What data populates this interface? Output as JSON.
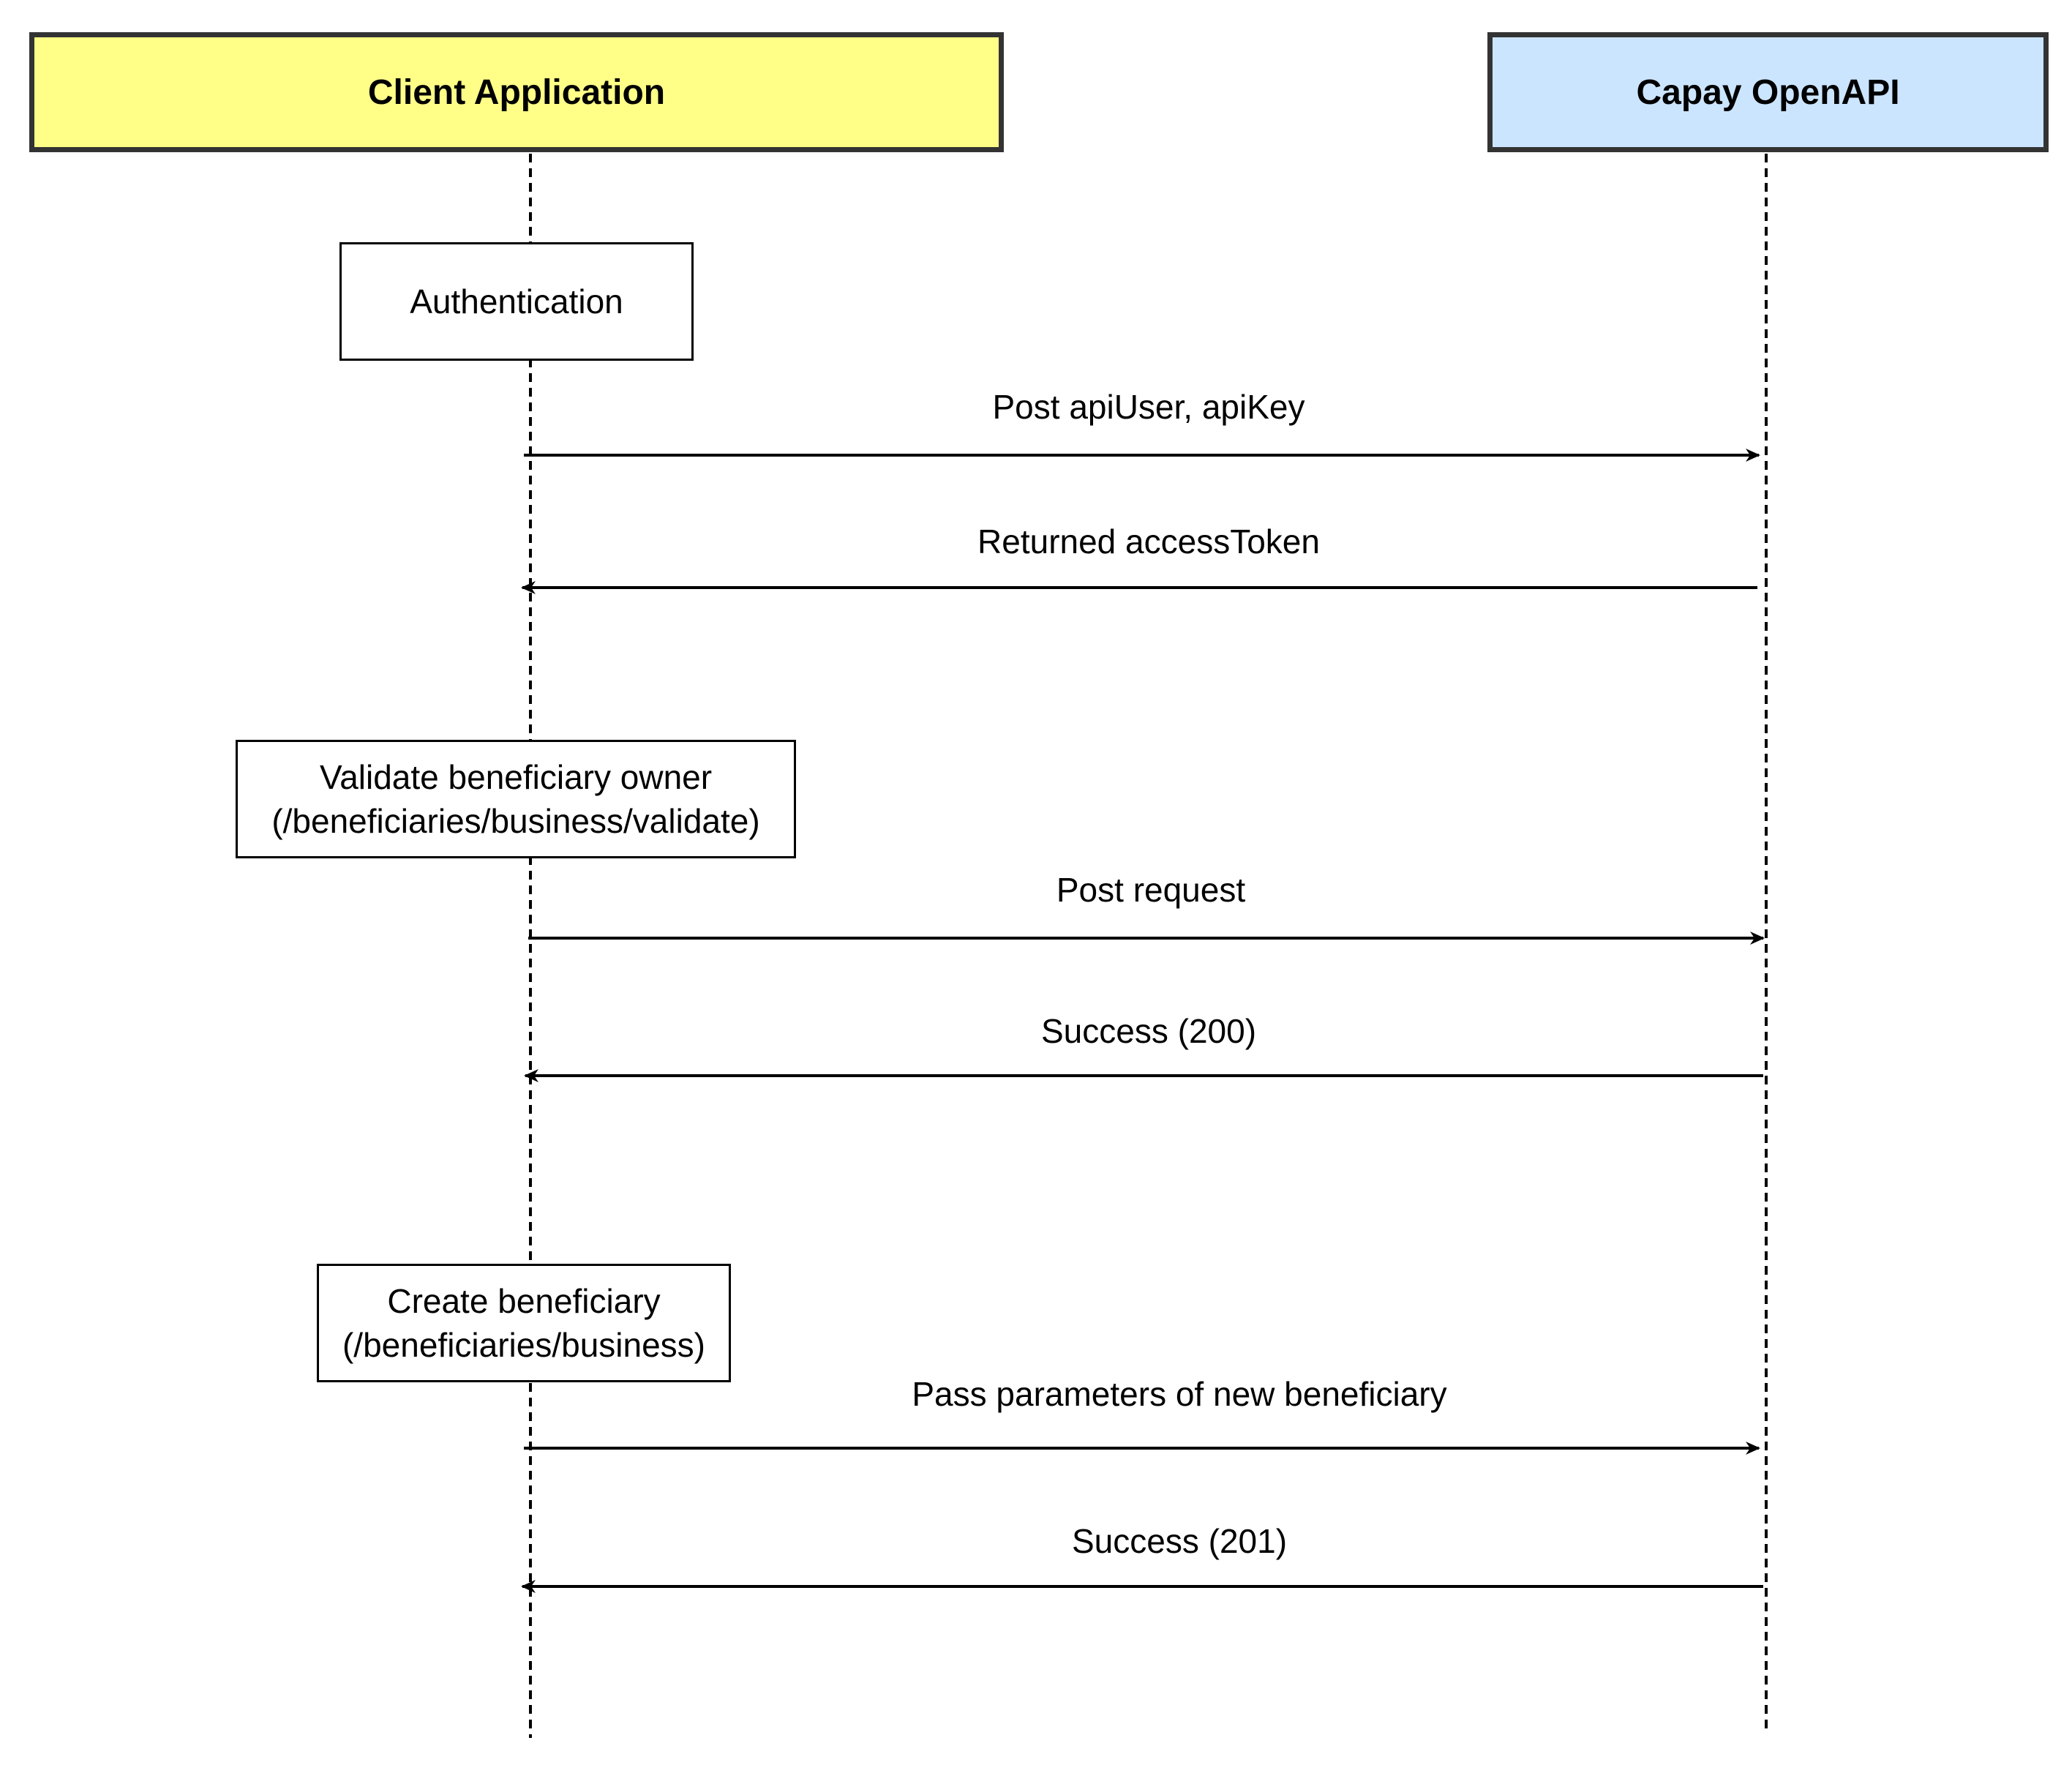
{
  "participants": {
    "client": {
      "label": "Client Application",
      "fill": "#ffff88"
    },
    "api": {
      "label": "Capay OpenAPI",
      "fill": "#cce5ff"
    }
  },
  "notes": {
    "auth": {
      "line1": "Authentication"
    },
    "validate": {
      "line1": "Validate beneficiary owner",
      "line2": "(/beneficiaries/business/validate)"
    },
    "create": {
      "line1": "Create beneficiary",
      "line2": "(/beneficiaries/business)"
    }
  },
  "messages": [
    {
      "label": "Post apiUser, apiKey",
      "direction": "client-to-api"
    },
    {
      "label": "Returned accessToken",
      "direction": "api-to-client"
    },
    {
      "label": "Post request",
      "direction": "client-to-api"
    },
    {
      "label": "Success (200)",
      "direction": "api-to-client"
    },
    {
      "label": "Pass parameters of new beneficiary",
      "direction": "client-to-api"
    },
    {
      "label": "Success (201)",
      "direction": "api-to-client"
    }
  ],
  "colors": {
    "line": "#000000",
    "border": "#333333"
  }
}
